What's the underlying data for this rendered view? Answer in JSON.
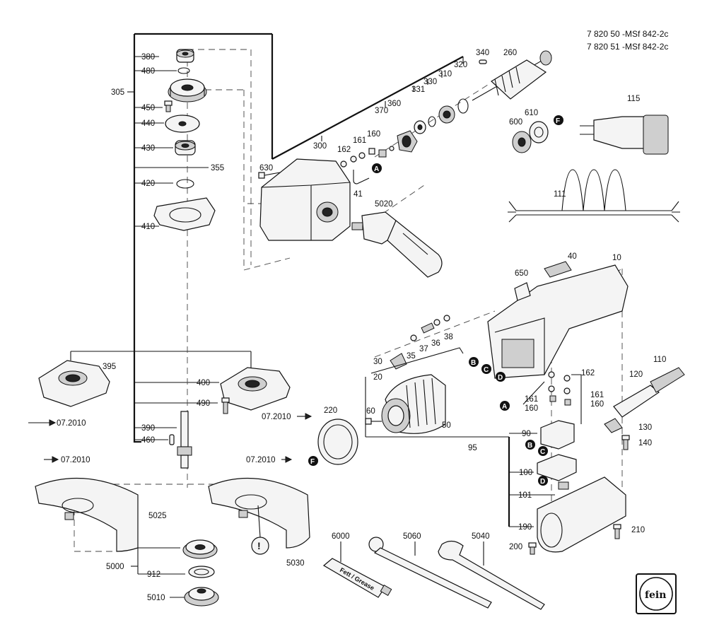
{
  "header": {
    "model_line_1": "7 820 50 -MSf 842-2c",
    "model_line_2": "7 820 51 -MSf 842-2c"
  },
  "labels": {
    "l305": "305",
    "l380": "380",
    "l480": "480",
    "l450": "450",
    "l440": "440",
    "l430": "430",
    "l355": "355",
    "l420": "420",
    "l410": "410",
    "l630": "630",
    "l300": "300",
    "l162a": "162",
    "l161a": "161",
    "l160a": "160",
    "l370": "370",
    "l360": "360",
    "l331": "331",
    "l330": "330",
    "l310": "310",
    "l320": "320",
    "l340": "340",
    "l260": "260",
    "l41": "41",
    "l610": "610",
    "l600": "600",
    "l115": "115",
    "l111": "111",
    "l5020": "5020",
    "l40": "40",
    "l10": "10",
    "l650": "650",
    "l38": "38",
    "l36": "36",
    "l37": "37",
    "l35": "35",
    "l30": "30",
    "l20": "20",
    "l162b": "162",
    "l161b": "161",
    "l160b": "160",
    "l161c": "161",
    "l160c": "160",
    "l120": "120",
    "l110": "110",
    "l60": "60",
    "l50": "50",
    "l220": "220",
    "l95": "95",
    "l90": "90",
    "l130": "130",
    "l140": "140",
    "l100": "100",
    "l101": "101",
    "l190": "190",
    "l210": "210",
    "l200": "200",
    "l395": "395",
    "l400": "400",
    "l490": "490",
    "l390": "390",
    "l460": "460",
    "l5025": "5025",
    "l5030": "5030",
    "l5000": "5000",
    "l912": "912",
    "l5010": "5010",
    "l6000": "6000",
    "l5060": "5060",
    "l5040": "5040",
    "ref1": "07.2010",
    "ref2": "07.2010",
    "ref3": "07.2010",
    "ref4": "07.2010",
    "tube_text": "Fett / Grease",
    "warning": "!"
  },
  "markers": {
    "A": "A",
    "B": "B",
    "C": "C",
    "D": "D",
    "F": "F"
  },
  "brand": {
    "logo_text": "fein"
  }
}
